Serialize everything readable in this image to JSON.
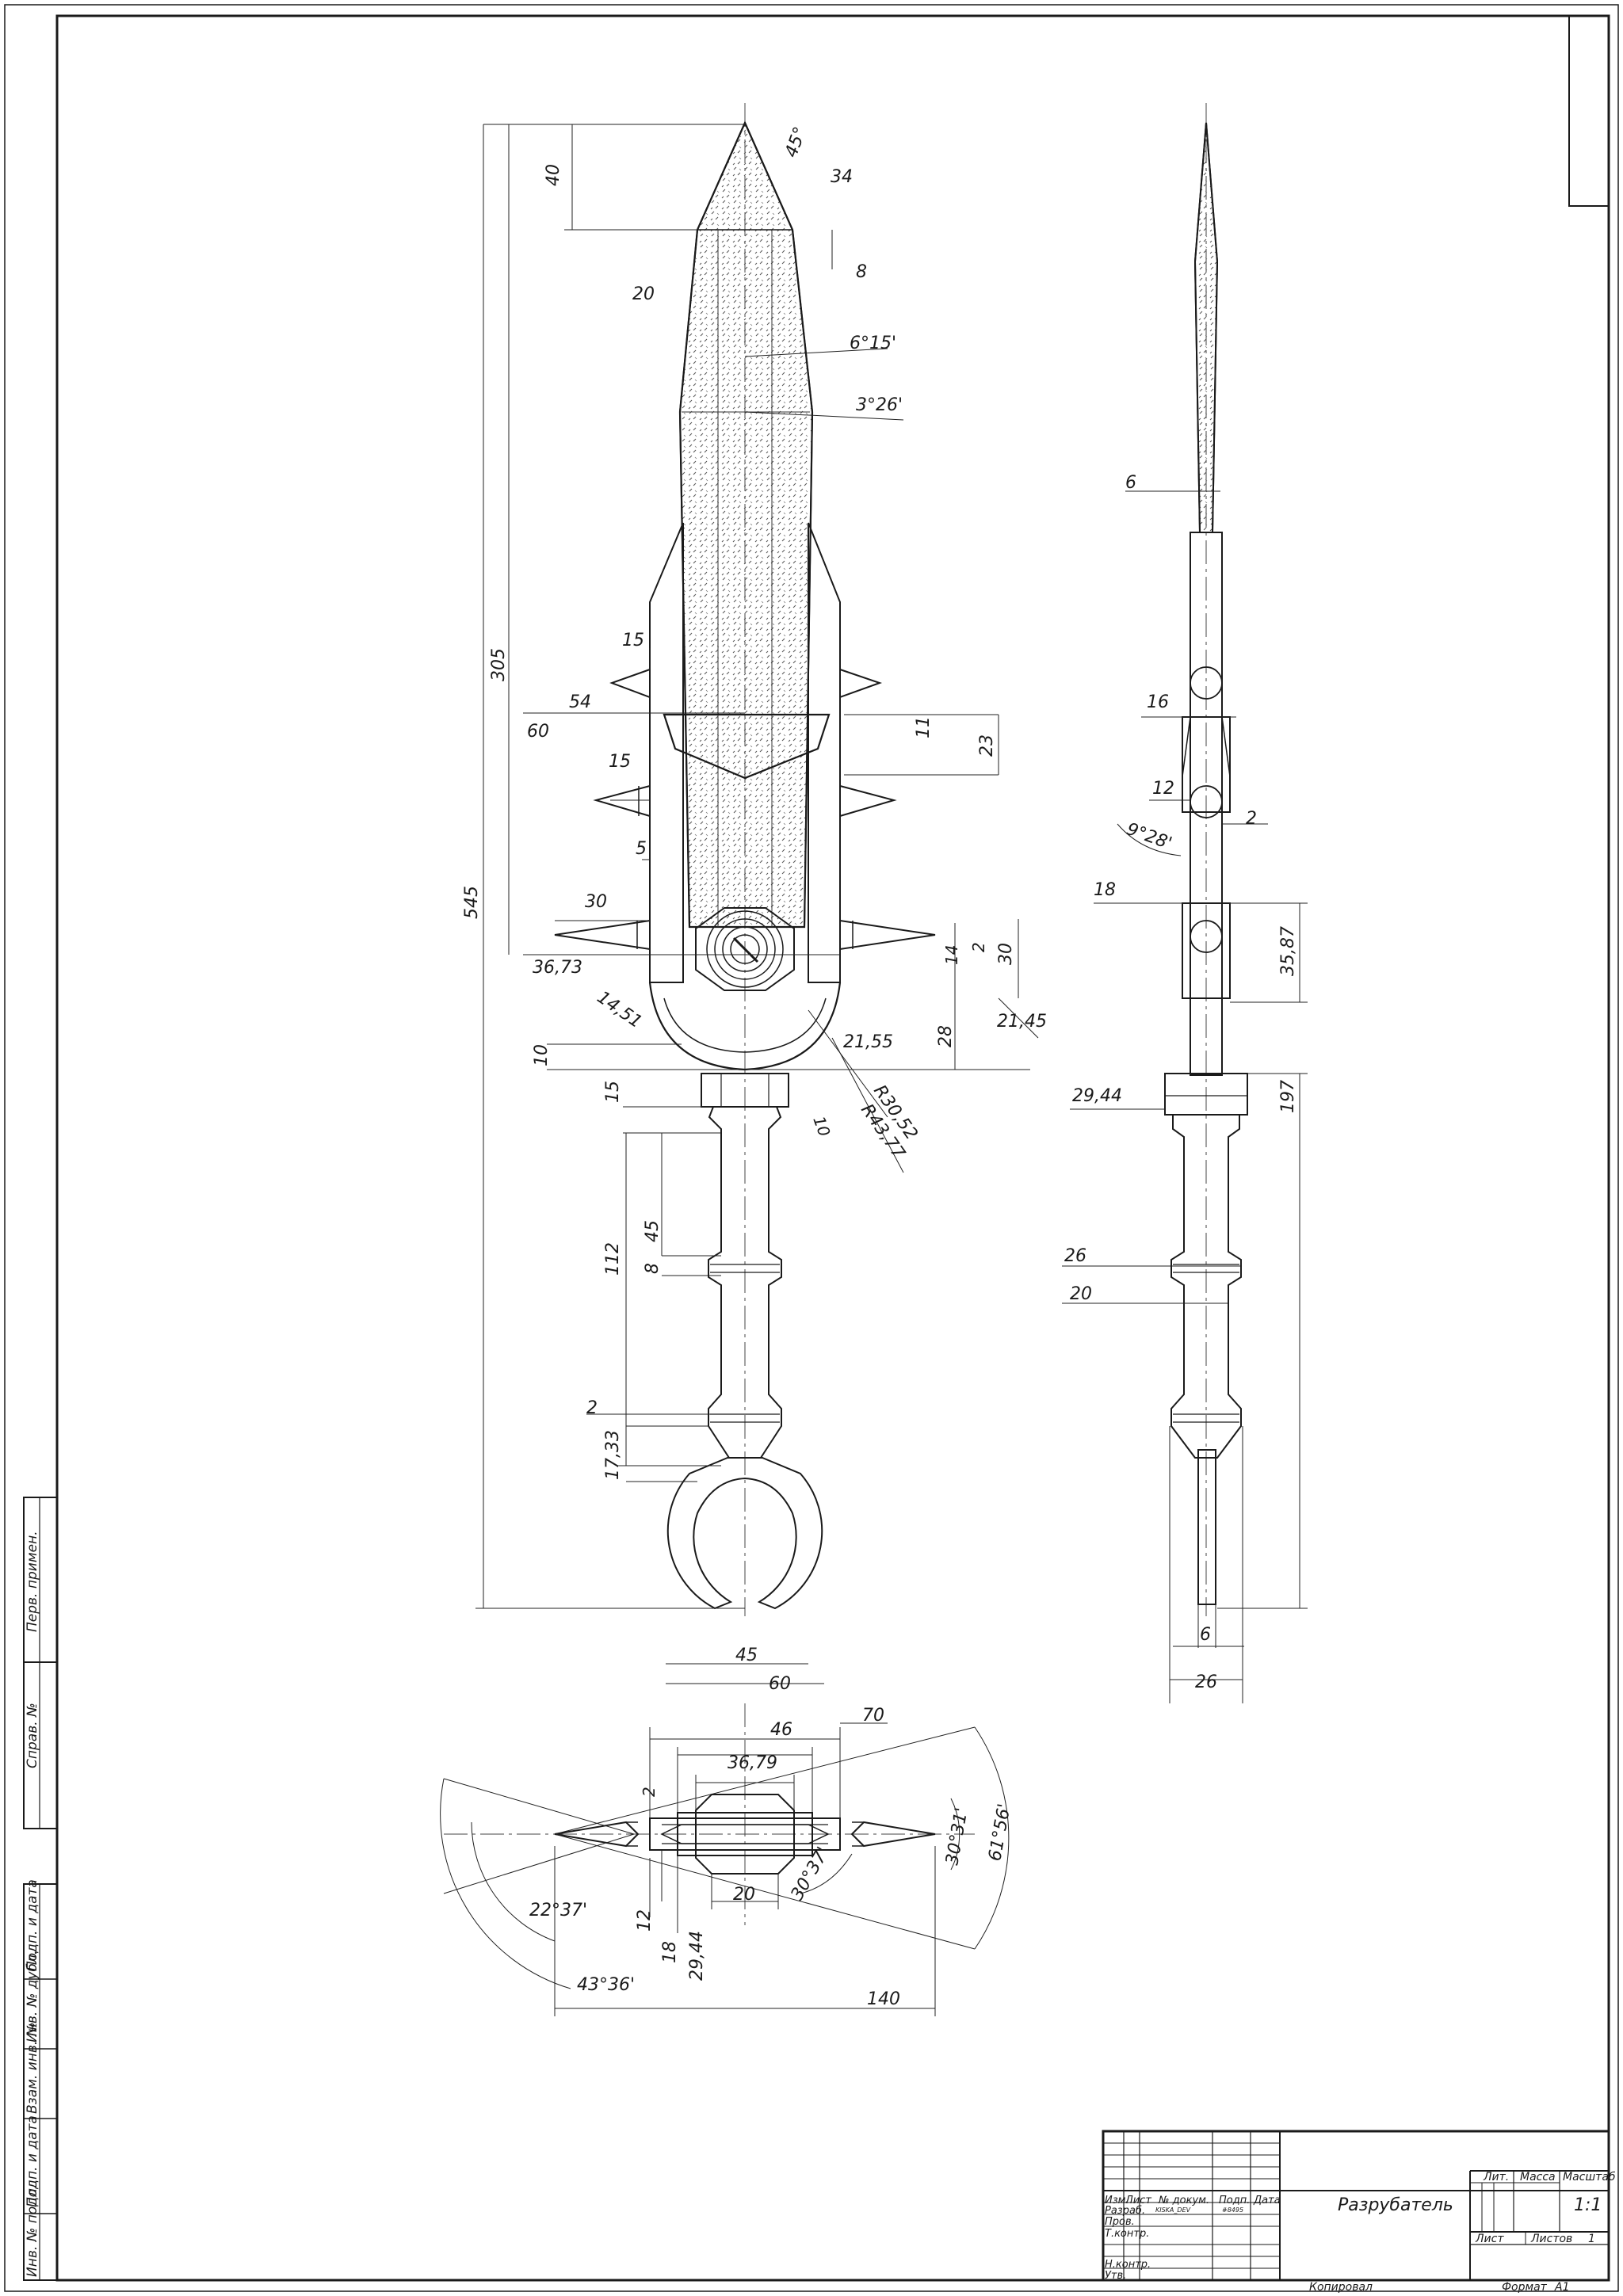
{
  "drawing": {
    "title": "Разрубатель",
    "scale": "1:1",
    "sheet_label": "Лист",
    "sheets_label": "Листов",
    "sheets_value": "1",
    "litera_label": "Лит.",
    "mass_label": "Масса",
    "scale_label": "Масштаб",
    "copied_label": "Копировал",
    "format_label": "Формат",
    "format_value": "A1",
    "doc_number": "KISKA_DEV",
    "sign_value": "#8495"
  },
  "title_block": {
    "header": [
      "Изм.",
      "Лист",
      "№ докум.",
      "Подп.",
      "Дата"
    ],
    "roles": [
      "Разраб.",
      "Пров.",
      "Т.контр.",
      "Н.контр.",
      "Утв."
    ]
  },
  "side_stamp": [
    "Перв. примен.",
    "Справ. №",
    "Подп. и дата",
    "Инв. № дубл.",
    "Взам. инв. №",
    "Подп. и дата",
    "Инв. № подл."
  ],
  "dimensions": {
    "front": [
      "45°",
      "40",
      "34",
      "8",
      "20",
      "6°15'",
      "3°26'",
      "305",
      "545",
      "15",
      "54",
      "60",
      "11",
      "23",
      "15",
      "5",
      "30",
      "36,73",
      "14",
      "2",
      "30",
      "14,51",
      "21,45",
      "21,55",
      "28",
      "10",
      "R30,52",
      "R43,77",
      "10",
      "15",
      "112",
      "45",
      "8",
      "2",
      "17,33",
      "45",
      "60"
    ],
    "side": [
      "6",
      "16",
      "12",
      "2",
      "9°28'",
      "18",
      "35,87",
      "29,44",
      "197",
      "26",
      "20",
      "6",
      "26"
    ],
    "top": [
      "70",
      "46",
      "36,79",
      "2",
      "30°31'",
      "61°56'",
      "22°37'",
      "20",
      "30°37'",
      "12",
      "18",
      "29,44",
      "43°36'",
      "140"
    ]
  }
}
